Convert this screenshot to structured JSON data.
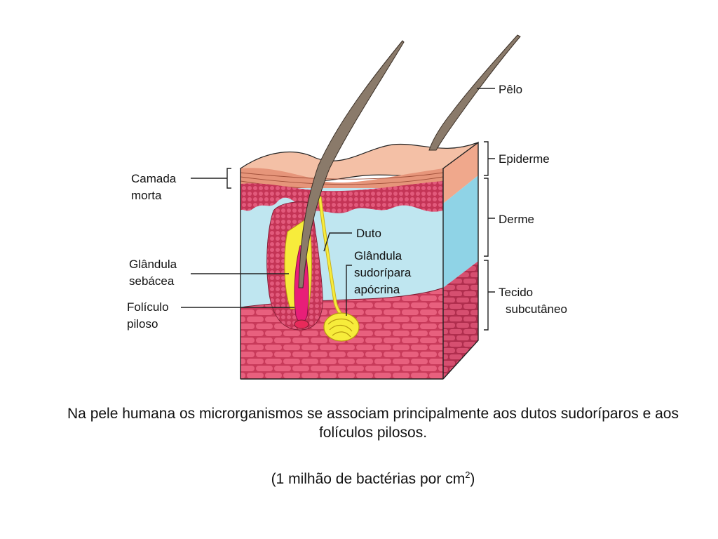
{
  "labels": {
    "pelo": "Pêlo",
    "epiderme": "Epiderme",
    "derme": "Derme",
    "tecido_1": "Tecido",
    "tecido_2": "subcutâneo",
    "camada_1": "Camada",
    "camada_2": "morta",
    "duto": "Duto",
    "glandula_sud_1": "Glândula",
    "glandula_sud_2": "sudorípara",
    "glandula_sud_3": "apócrina",
    "glandula_seb_1": "Glândula",
    "glandula_seb_2": "sebácea",
    "foliculo_1": "Folículo",
    "foliculo_2": "piloso"
  },
  "caption": {
    "main": "Na pele humana os microrganismos se associam principalmente aos dutos sudoríparos e aos folículos pilosos.",
    "stat_prefix": "(1 milhão de bactérias por cm",
    "stat_sup": "2",
    "stat_suffix": ")"
  },
  "colors": {
    "epidermis_top": "#f2b49a",
    "dermis": "#bfe6f0",
    "dermis_side": "#8fd3e6",
    "cells": "#e04a6a",
    "cell_dots": "#b32a4a",
    "sebaceous": "#f7ec3b",
    "follicle": "#e81e78",
    "hair": "#8a7a6a"
  }
}
